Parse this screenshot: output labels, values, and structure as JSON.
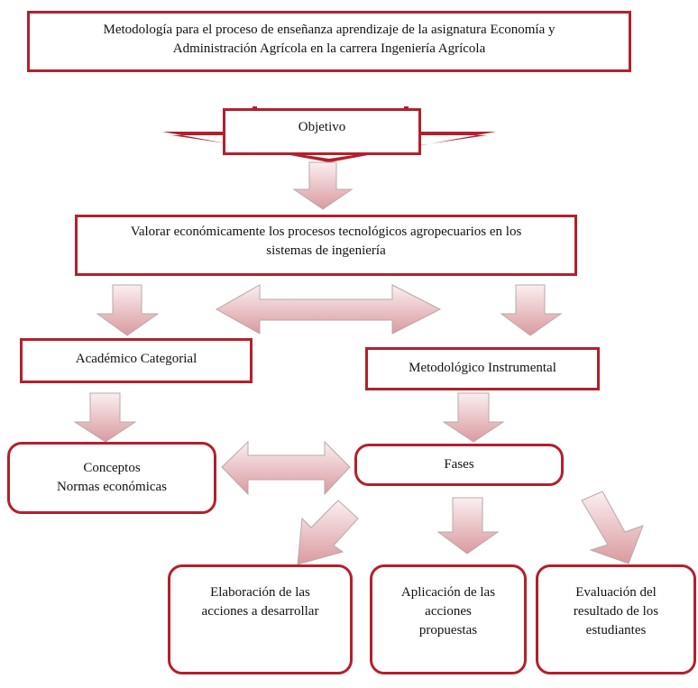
{
  "colors": {
    "box_border": "#b3202c",
    "arrow_fill": "#e8b9bd"
  },
  "title_box": {
    "line1": "Metodología para el proceso de enseñanza aprendizaje de la asignatura Economía y",
    "line2": "Administración Agrícola en la carrera Ingeniería Agrícola"
  },
  "objective_box": {
    "label": "Objetivo"
  },
  "goal_box": {
    "line1": "Valorar económicamente los procesos tecnológicos agropecuarios en los",
    "line2": "sistemas de ingeniería"
  },
  "academic_box": {
    "label": "Académico Categorial"
  },
  "methodological_box": {
    "label": "Metodológico Instrumental"
  },
  "concepts_box": {
    "line1": "Conceptos",
    "line2": "Normas económicas"
  },
  "phases_box": {
    "label": "Fases"
  },
  "phase_boxes": [
    {
      "lines": [
        "Elaboración de las",
        "acciones a desarrollar"
      ]
    },
    {
      "lines": [
        "Aplicación de las",
        "acciones",
        "propuestas"
      ]
    },
    {
      "lines": [
        "Evaluación del",
        "resultado de los",
        "estudiantes"
      ]
    }
  ]
}
